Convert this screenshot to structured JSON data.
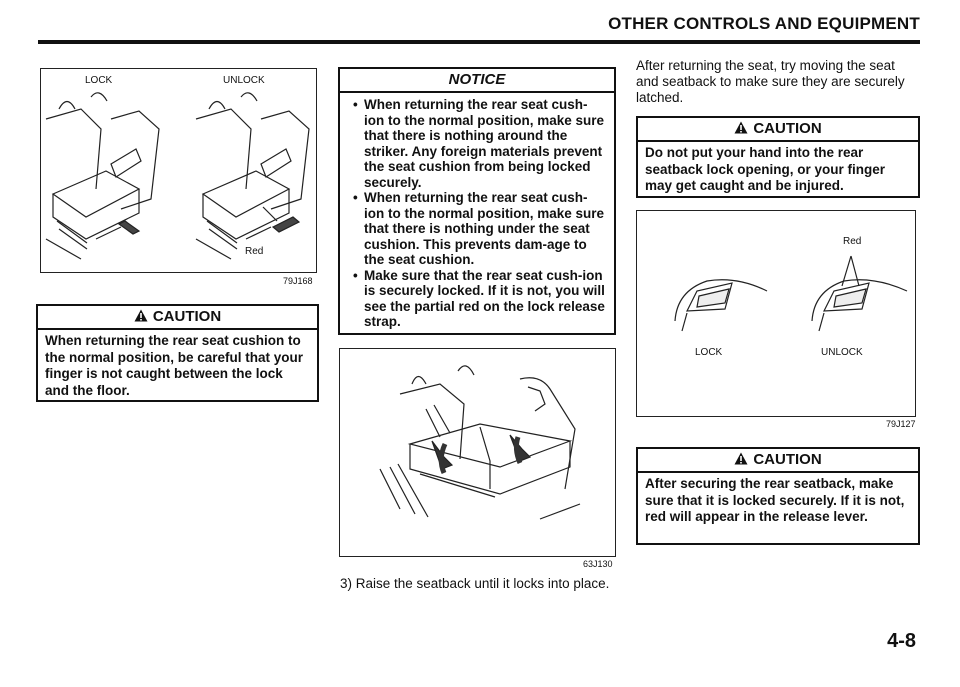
{
  "header": {
    "title": "OTHER CONTROLS AND EQUIPMENT"
  },
  "left": {
    "figure": {
      "lock_label": "LOCK",
      "unlock_label": "UNLOCK",
      "red_label": "Red",
      "code": "79J168"
    },
    "caution": {
      "title": "CAUTION",
      "text": "When returning the rear seat cushion to the normal position, be careful that your finger is not caught between the lock and the floor."
    }
  },
  "middle": {
    "notice": {
      "title": "NOTICE",
      "items": [
        "When returning the rear seat cush-ion to the normal position, make sure that there is nothing around the striker. Any foreign materials prevent the seat cushion from being locked securely.",
        "When returning the rear seat cush-ion to the normal position, make sure that there is nothing under the seat cushion. This prevents dam-age to the seat cushion.",
        "Make sure that the rear seat cush-ion is securely locked. If it is not, you will see the partial red on the lock release strap."
      ]
    },
    "figure": {
      "code": "63J130"
    },
    "step": "3) Raise the seatback until it locks into place."
  },
  "right": {
    "intro": "After returning the seat, try moving the seat and seatback to make sure they are securely latched.",
    "caution1": {
      "title": "CAUTION",
      "text": "Do not put your hand into the rear seatback lock opening, or your finger may get caught and be injured."
    },
    "figure": {
      "red_label": "Red",
      "lock_label": "LOCK",
      "unlock_label": "UNLOCK",
      "code": "79J127"
    },
    "caution2": {
      "title": "CAUTION",
      "text": "After securing the rear seatback, make sure that it is locked securely. If it is not, red will appear in the release lever."
    }
  },
  "footer": {
    "page_number": "4-8"
  }
}
